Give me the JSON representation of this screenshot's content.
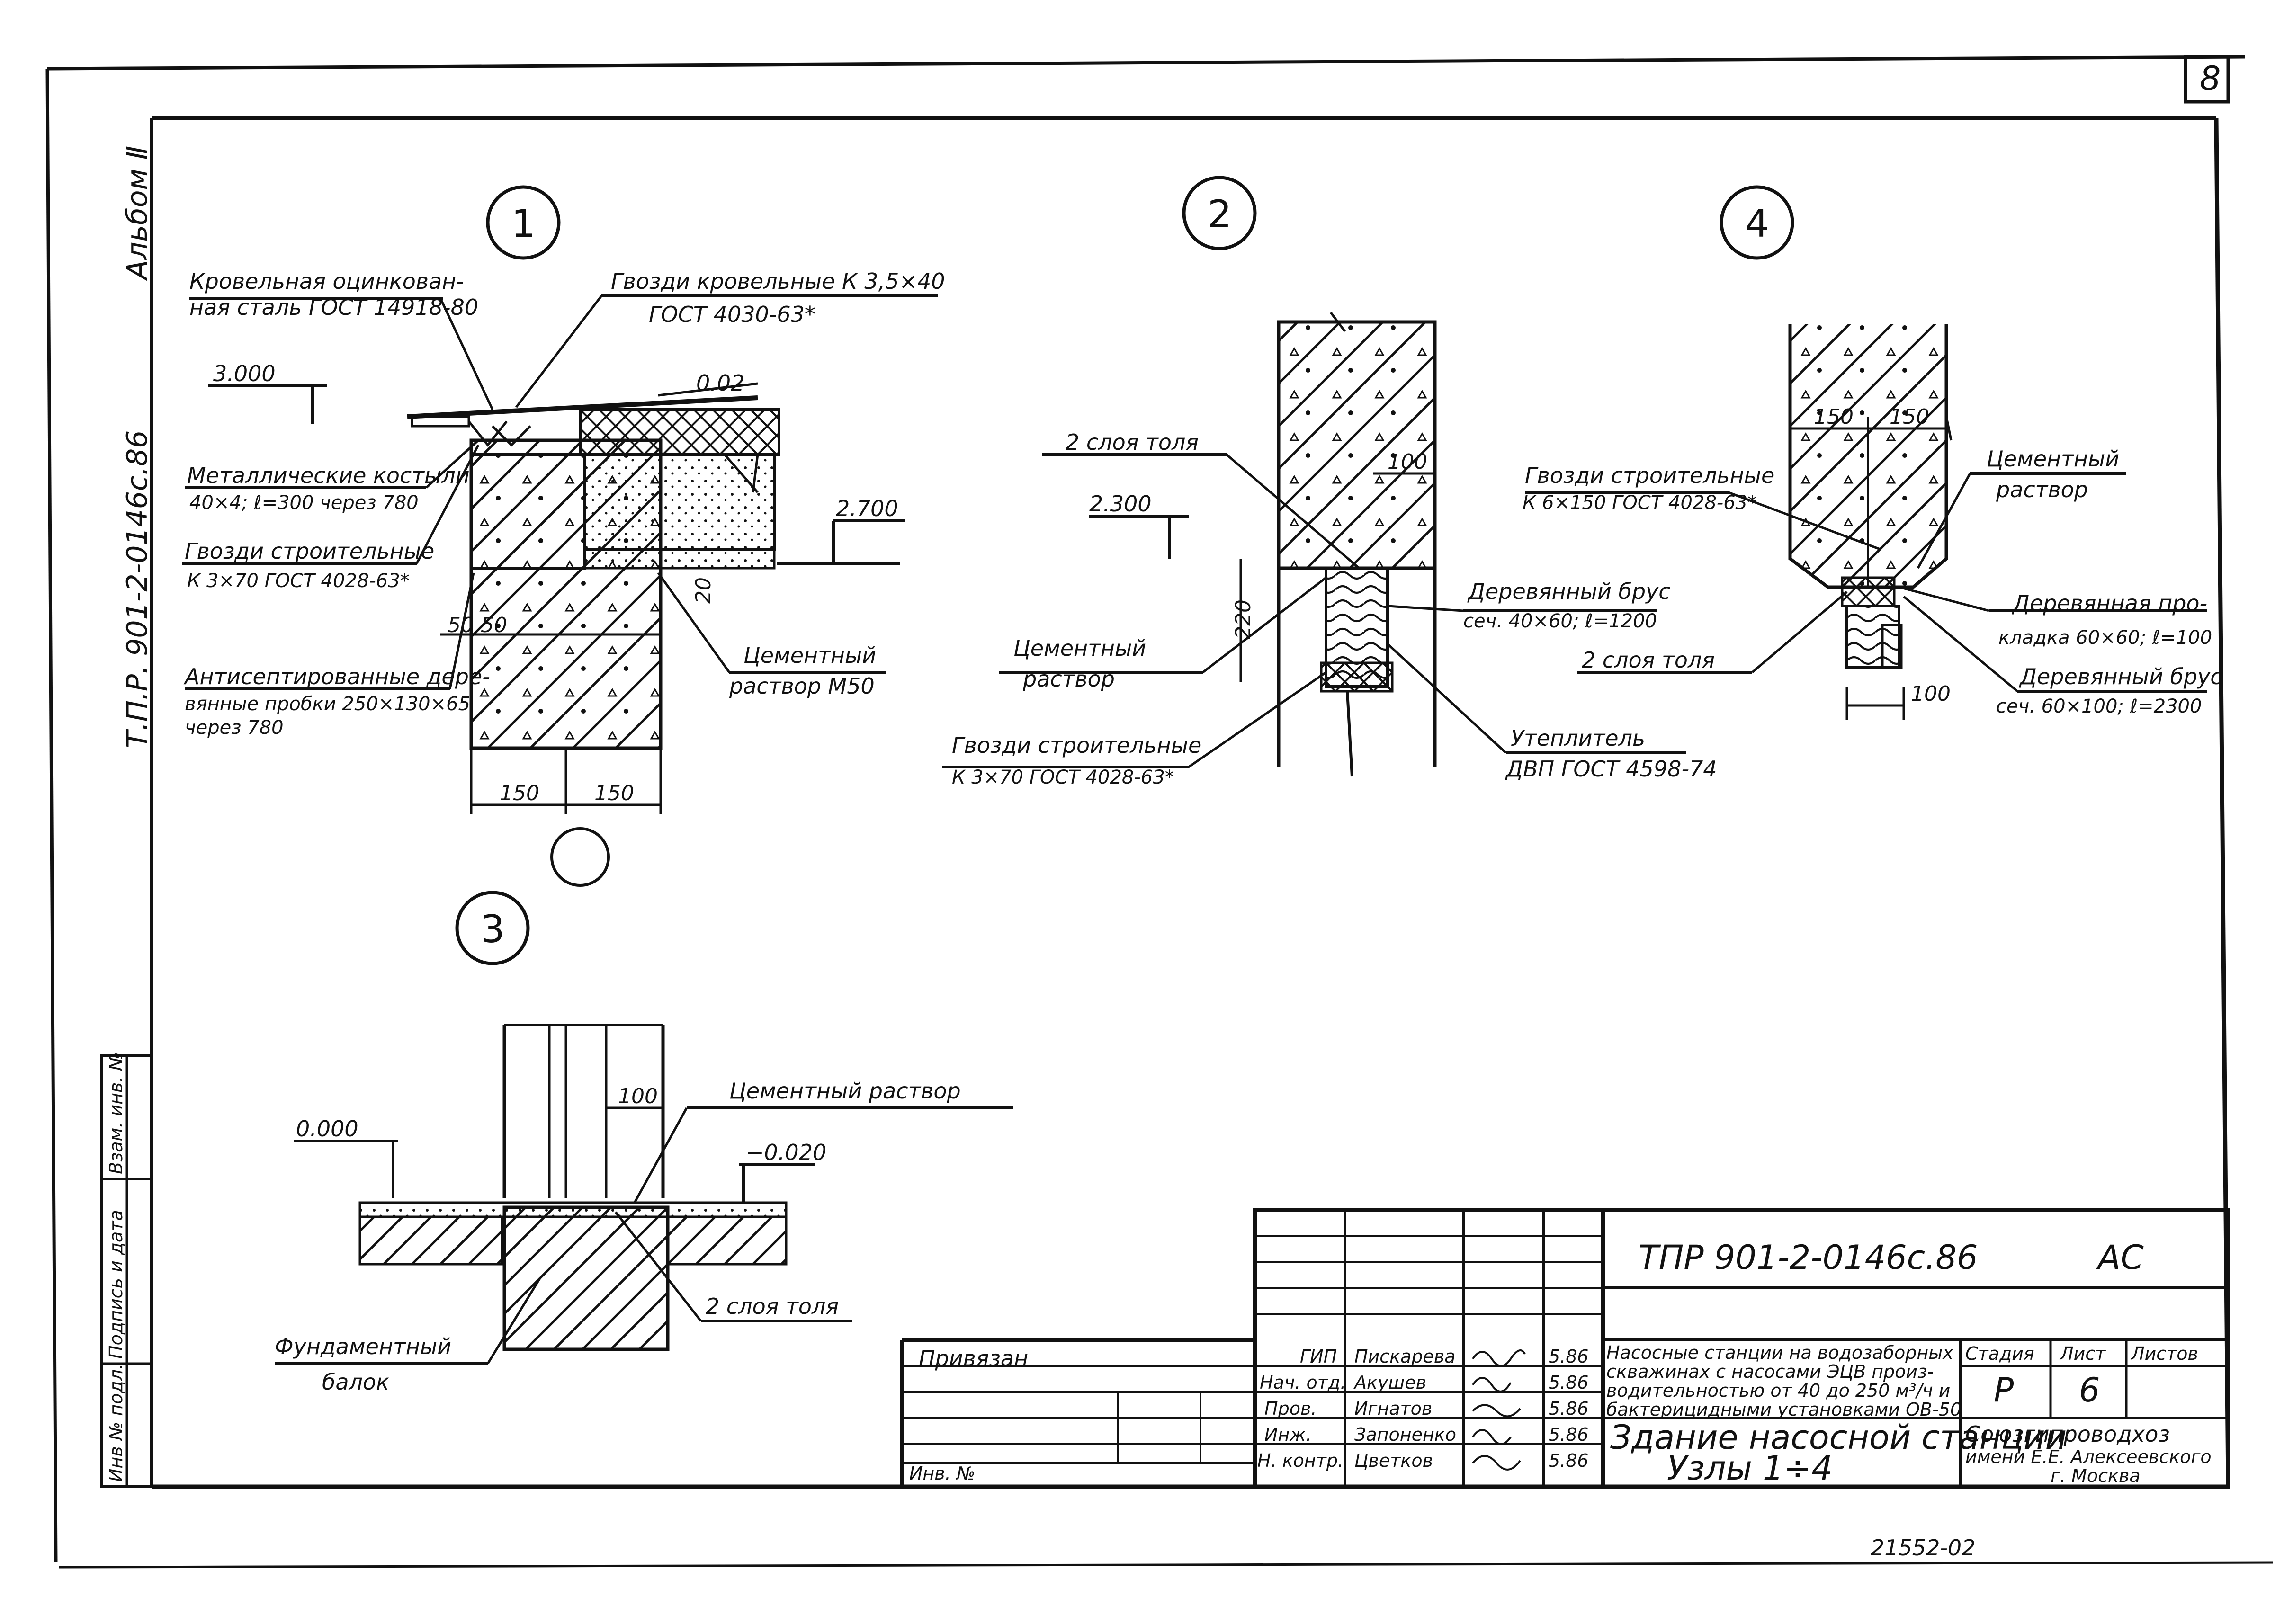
{
  "sheet_number": "8",
  "side_text": {
    "album": "Альбом Ⅱ",
    "code": "Т.П.Р. 901-2-0146с.86"
  },
  "side_strip": [
    "Инв № подл.",
    "Подпись и дата",
    "Взам. инв. №"
  ],
  "bottom_number": "21552-02",
  "node1": {
    "number": "1",
    "steel": [
      "Кровельная оцинкован-",
      "ная сталь ГОСТ 14918-80"
    ],
    "nails_roof": [
      "Гвозди кровельные К 3,5×40",
      "ГОСТ 4030-63*"
    ],
    "level_top": "3.000",
    "slope": "0.02",
    "level_2700": "2.700",
    "crutches": [
      "Металлические костыли",
      "40×4; ℓ=300 через 780"
    ],
    "nails_build": [
      "Гвозди строительные",
      "К 3×70 ГОСТ 4028-63*"
    ],
    "cement": [
      "Цементный",
      "раствор М50"
    ],
    "plugs": [
      "Антисептированные дере-",
      "вянные пробки 250×130×65",
      "через 780"
    ],
    "dim_50a": "50",
    "dim_50b": "50",
    "dim_20": "20",
    "dim_150a": "150",
    "dim_150b": "150"
  },
  "node2": {
    "number": "2",
    "roofing": "2 слоя толя",
    "dim_100": "100",
    "level": "2.300",
    "dim_220": "220",
    "cement": [
      "Цементный",
      "раствор"
    ],
    "beam": [
      "Деревянный брус",
      "сеч. 40×60; ℓ=1200"
    ],
    "nails": [
      "Гвозди строительные",
      "К 3×70 ГОСТ 4028-63*"
    ],
    "insul": [
      "Утеплитель",
      "ДВП ГОСТ 4598-74"
    ]
  },
  "node3": {
    "number": "3",
    "dim_100": "100",
    "cement": "Цементный раствор",
    "level_0": "0.000",
    "level_m": "−0.020",
    "roofing": "2 слоя толя",
    "beam": [
      "Фундаментный",
      "балок"
    ]
  },
  "node4": {
    "number": "4",
    "dim_150a": "150",
    "dim_150b": "150",
    "cement": [
      "Цементный",
      "раствор"
    ],
    "nails": [
      "Гвозди строительные",
      "К 6×150 ГОСТ 4028-63*"
    ],
    "pad": [
      "Деревянная про-",
      "кладка 60×60; ℓ=100"
    ],
    "roofing": "2 слоя толя",
    "dim_100": "100",
    "beam": [
      "Деревянный брус",
      "сеч. 60×100; ℓ=2300"
    ]
  },
  "title_block": {
    "doc_code": "ТПР 901-2-0146с.86",
    "mark": "АС",
    "attached": "Привязан",
    "inv": "Инв. №",
    "staff": [
      {
        "role": "ГИП",
        "name": "Пискарева",
        "date": "5.86"
      },
      {
        "role": "Нач. отд.",
        "name": "Акушев",
        "date": "5.86"
      },
      {
        "role": "Пров.",
        "name": "Игнатов",
        "date": "5.86"
      },
      {
        "role": "Инж.",
        "name": "Запоненко",
        "date": "5.86"
      },
      {
        "role": "Н. контр.",
        "name": "Цветков",
        "date": "5.86"
      }
    ],
    "project_desc": [
      "Насосные станции на водозаборных",
      "скважинах с насосами ЭЦВ произ-",
      "водительностью от 40 до 250 м³/ч и",
      "бактерицидными установками ОВ-50"
    ],
    "sheet_title": [
      "Здание насосной станции",
      "Узлы 1÷4"
    ],
    "stage_hdr": "Стадия",
    "sheet_hdr": "Лист",
    "sheets_hdr": "Листов",
    "stage": "Р",
    "sheet": "6",
    "org": [
      "Союзгипроводхоз",
      "имени Е.Е. Алексеевского",
      "г. Москва"
    ]
  }
}
